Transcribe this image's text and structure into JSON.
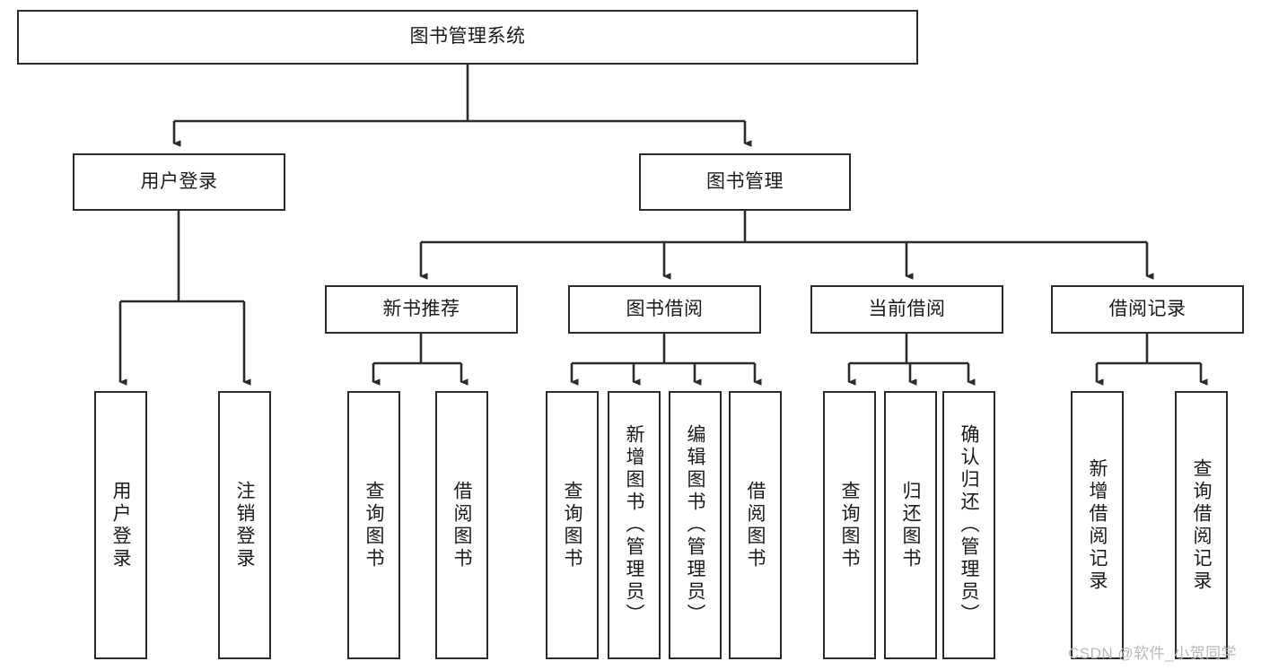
{
  "diagram": {
    "type": "tree-hierarchy",
    "title": "图书管理系统",
    "root": {
      "id": "root",
      "label": "图书管理系统"
    },
    "level1": [
      {
        "id": "user-login",
        "label": "用户登录"
      },
      {
        "id": "book-manage",
        "label": "图书管理"
      }
    ],
    "level2": [
      {
        "id": "new-book-rec",
        "label": "新书推荐",
        "parent": "book-manage"
      },
      {
        "id": "book-borrow",
        "label": "图书借阅",
        "parent": "book-manage"
      },
      {
        "id": "current-borrow",
        "label": "当前借阅",
        "parent": "book-manage"
      },
      {
        "id": "borrow-record",
        "label": "借阅记录",
        "parent": "book-manage"
      }
    ],
    "leaves": [
      {
        "id": "leaf-user-login",
        "label": "用户登录",
        "parent": "user-login"
      },
      {
        "id": "leaf-logout-login",
        "label": "注销登录",
        "parent": "user-login"
      },
      {
        "id": "leaf-query-book-1",
        "label": "查询图书",
        "parent": "new-book-rec"
      },
      {
        "id": "leaf-borrow-book-1",
        "label": "借阅图书",
        "parent": "new-book-rec"
      },
      {
        "id": "leaf-query-book-2",
        "label": "查询图书",
        "parent": "book-borrow"
      },
      {
        "id": "leaf-add-book",
        "label": "新增图书（管理员）",
        "parent": "book-borrow"
      },
      {
        "id": "leaf-edit-book",
        "label": "编辑图书（管理员）",
        "parent": "book-borrow"
      },
      {
        "id": "leaf-borrow-book-2",
        "label": "借阅图书",
        "parent": "book-borrow"
      },
      {
        "id": "leaf-query-book-3",
        "label": "查询图书",
        "parent": "current-borrow"
      },
      {
        "id": "leaf-return-book",
        "label": "归还图书",
        "parent": "current-borrow"
      },
      {
        "id": "leaf-confirm-return",
        "label": "确认归还（管理员）",
        "parent": "current-borrow"
      },
      {
        "id": "leaf-add-record",
        "label": "新增借阅记录",
        "parent": "borrow-record"
      },
      {
        "id": "leaf-query-record",
        "label": "查询借阅记录",
        "parent": "borrow-record"
      }
    ],
    "watermark": "CSDN @软件_小贺同学",
    "colors": {
      "stroke": "#2b2b2b",
      "fill": "#ffffff",
      "text": "#1a1a1a",
      "watermark": "#b9b9b9"
    }
  }
}
